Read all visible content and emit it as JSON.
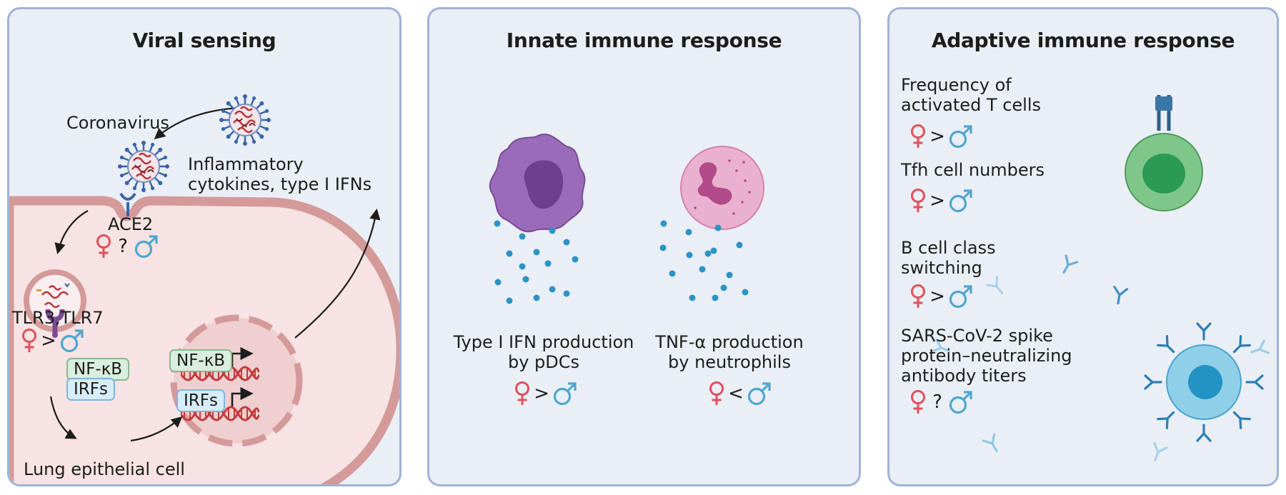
{
  "panels": {
    "viral": {
      "title": "Viral sensing",
      "coronavirus": "Coronavirus",
      "cytokines_line1": "Inflammatory",
      "cytokines_line2": "cytokines, type I IFNs",
      "ace2": "ACE2",
      "ace2_comparison": "?",
      "tlr": "TLR3,TLR7",
      "tlr_comparison": ">",
      "nfkb": "NF-κB",
      "irfs": "IRFs",
      "nucleus_nfkb": "NF-κB",
      "nucleus_irfs": "IRFs",
      "cell_label": "Lung epithelial cell"
    },
    "innate": {
      "title": "Innate immune response",
      "pdc_line1": "Type I IFN production",
      "pdc_line2": "by pDCs",
      "pdc_comparison": ">",
      "neut_line1": "TNF-α production",
      "neut_line2": "by neutrophils",
      "neut_comparison": "<"
    },
    "adaptive": {
      "title": "Adaptive immune response",
      "t_freq_line1": "Frequency of",
      "t_freq_line2": "activated T cells",
      "t_freq_comparison": ">",
      "tfh_line1": "Tfh cell numbers",
      "tfh_comparison": ">",
      "bcell_line1": "B cell class",
      "bcell_line2": "switching",
      "bcell_comparison": ">",
      "spike_line1": "SARS-CoV-2 spike",
      "spike_line2": "protein–neutralizing",
      "spike_line3": "antibody titers",
      "spike_comparison": "?"
    }
  },
  "colors": {
    "female": "#e0505c",
    "male": "#4fa6cf",
    "panel_bg": "#eaeff6",
    "panel_border": "#9fb3d6",
    "cell_membrane": "#d49a9a",
    "cell_cytoplasm": "#f7e3e3",
    "pdc": "#9a6bb8",
    "neutrophil": "#eab0cf",
    "t_cell": "#7fc68a",
    "b_cell": "#8fd0e8",
    "dots": "#2c93c6"
  },
  "icons": [
    "female-symbol-icon",
    "male-symbol-icon",
    "coronavirus-icon",
    "dna-icon",
    "antibody-icon"
  ]
}
